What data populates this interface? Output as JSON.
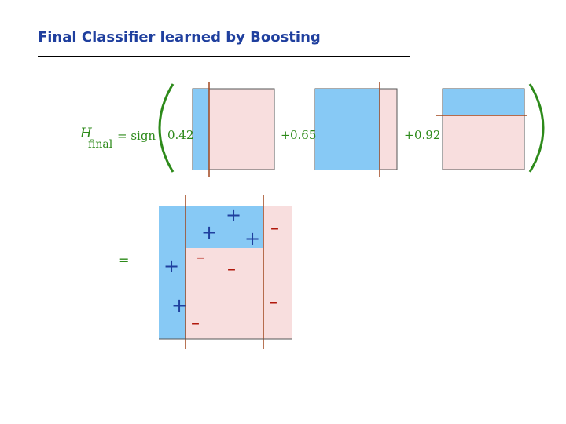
{
  "title": "Final Classifier learned by Boosting",
  "formula": {
    "h": "H",
    "subscript": "final",
    "equals_sign": "= sign",
    "terms": [
      {
        "prefix": "",
        "coef": "0.42"
      },
      {
        "prefix": "+",
        "coef": "0.65"
      },
      {
        "prefix": "+",
        "coef": "0.92"
      }
    ],
    "second_equals": "="
  },
  "points": {
    "plus": "+",
    "minus": "–"
  },
  "colors": {
    "title": "#1f3f9e",
    "formula": "#2d8a1a",
    "blue_region": "#87c9f5",
    "pink_region": "#f8dede",
    "boundary": "#a0461d",
    "plus": "#1f3f9e",
    "minus": "#b1180c"
  }
}
